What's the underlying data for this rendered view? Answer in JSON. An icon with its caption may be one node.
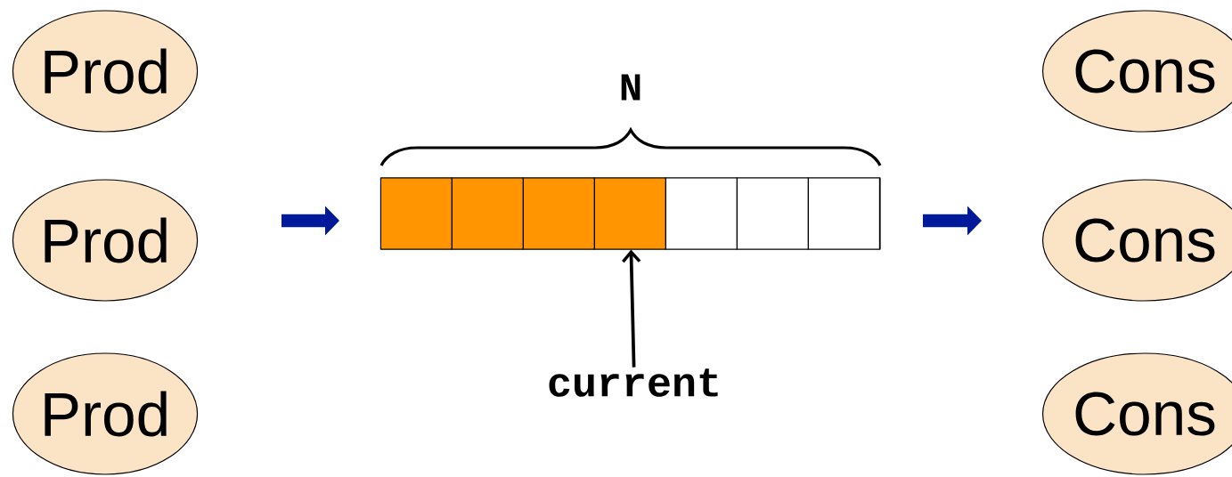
{
  "diagram": {
    "nodes": [
      {
        "text": [
          "Prod"
        ]
      },
      {
        "text": [
          "Prod"
        ]
      },
      {
        "text": [
          "Prod"
        ]
      },
      {
        "text": [],
        "shape": "box"
      },
      {
        "text": [],
        "shape": "box",
        "in": 3
      },
      {
        "text": [],
        "shape": "box",
        "in": 3
      },
      {
        "text": [],
        "shape": "box",
        "in": 3
      },
      {
        "text": [],
        "shape": "box",
        "in": 3
      },
      {
        "text": [],
        "shape": "box",
        "in": 3
      },
      {
        "text": [],
        "shape": "box",
        "in": 3
      },
      {
        "text": [],
        "shape": "box",
        "in": 3
      },
      {
        "text": [
          "current"
        ]
      },
      {
        "text": [
          "Cons"
        ]
      },
      {
        "text": [
          "Cons"
        ]
      },
      {
        "text": [
          "Cons"
        ]
      }
    ],
    "edges": [
      {
        "from": 11,
        "to": 7,
        "arrow": "to"
      }
    ],
    "labels": [
      "N"
    ]
  }
}
